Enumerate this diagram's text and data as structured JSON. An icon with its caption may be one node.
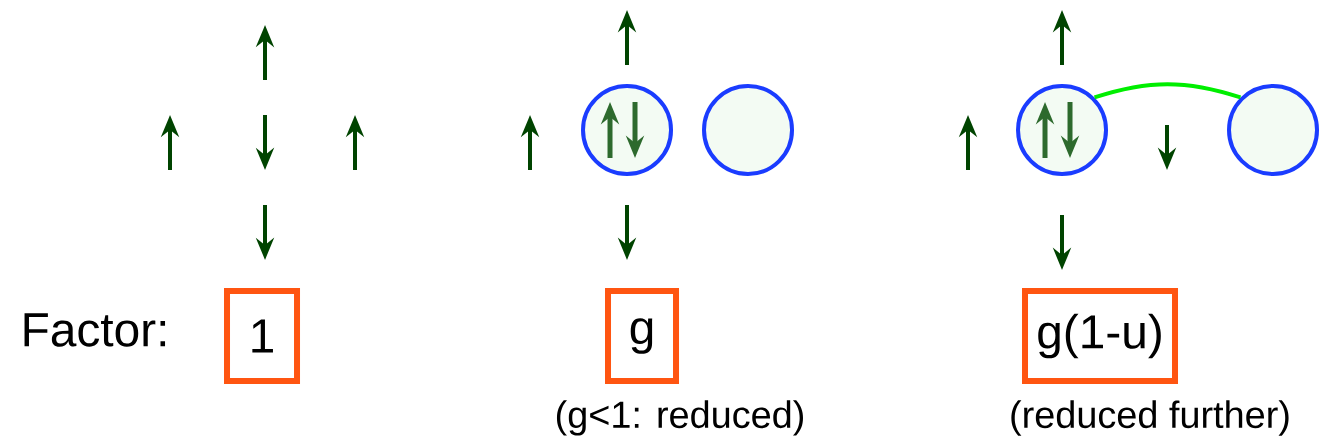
{
  "diagram": {
    "nodes": [
      {
        "text": [],
        "shape": "circle"
      },
      {
        "text": [],
        "shape": "circle"
      },
      {
        "text": [],
        "shape": "circle"
      },
      {
        "text": [],
        "shape": "circle"
      },
      {
        "text": [
          "1"
        ]
      },
      {
        "text": [
          "g"
        ],
        "beside": [
          "(g<1: reduced)"
        ]
      },
      {
        "text": [
          "g(1-u)"
        ],
        "beside": [
          "(reduced further)"
        ]
      }
    ],
    "edges": [
      {
        "from": 2,
        "to": 3,
        "arrow": "none",
        "color": "#00ee00"
      }
    ],
    "labels": [
      "Factor:"
    ]
  }
}
